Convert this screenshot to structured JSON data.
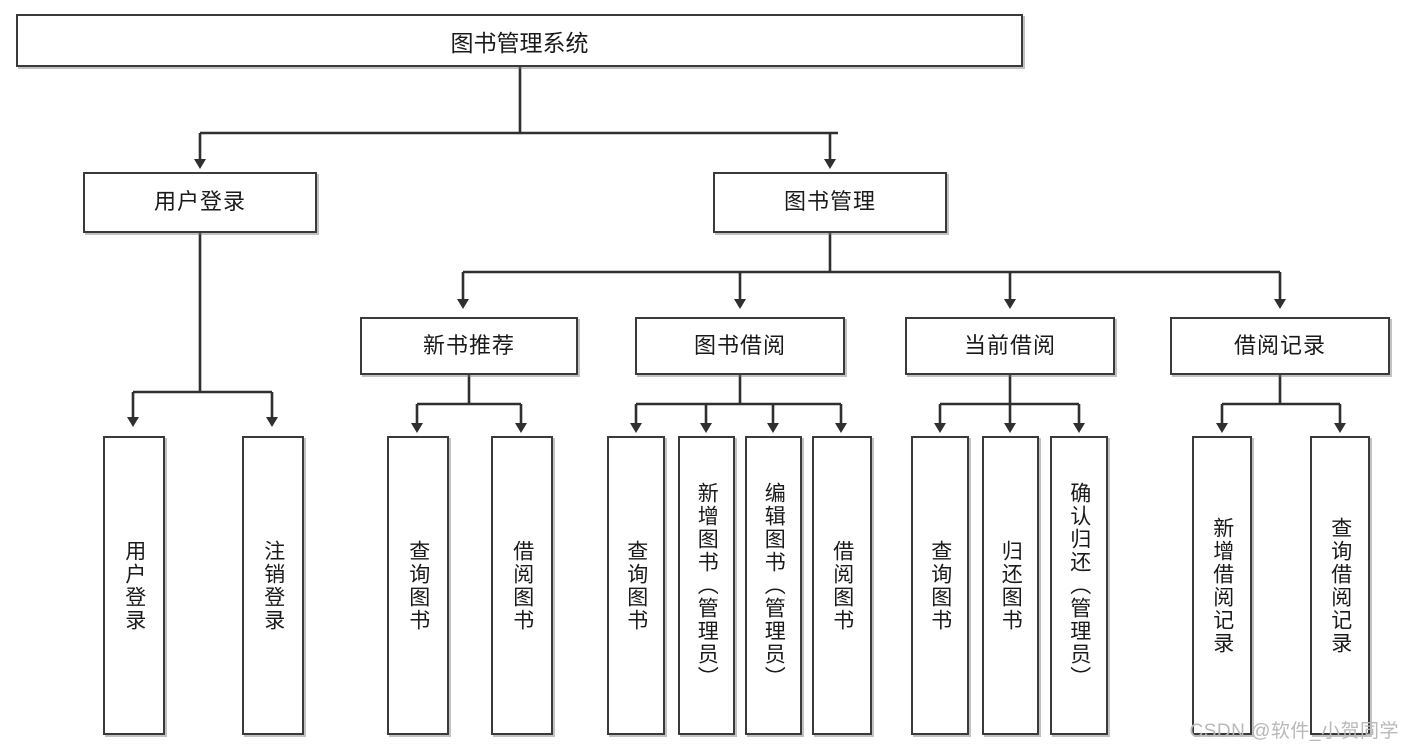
{
  "diagram": {
    "title": "图书管理系统",
    "watermark": "CSDN @软件_小贺同学",
    "line_color": "#3a3a3a",
    "box_fill": "#ffffff",
    "text_color": "#1a1a1a",
    "watermark_color": "#b9b9b9"
  },
  "root": {
    "label": "图书管理系统"
  },
  "level2": [
    {
      "label": "用户登录"
    },
    {
      "label": "图书管理"
    }
  ],
  "level3": [
    {
      "label": "新书推荐"
    },
    {
      "label": "图书借阅"
    },
    {
      "label": "当前借阅"
    },
    {
      "label": "借阅记录"
    }
  ],
  "leaves": {
    "user_login": [
      {
        "label": "用户登录"
      },
      {
        "label": "注销登录"
      }
    ],
    "new_book": [
      {
        "label": "查询图书"
      },
      {
        "label": "借阅图书"
      }
    ],
    "book_borrow": [
      {
        "label": "查询图书"
      },
      {
        "label": "新增图书（管理员）"
      },
      {
        "label": "编辑图书（管理员）"
      },
      {
        "label": "借阅图书"
      }
    ],
    "current_borrow": [
      {
        "label": "查询图书"
      },
      {
        "label": "归还图书"
      },
      {
        "label": "确认归还（管理员）"
      }
    ],
    "borrow_record": [
      {
        "label": "新增借阅记录"
      },
      {
        "label": "查询借阅记录"
      }
    ]
  }
}
